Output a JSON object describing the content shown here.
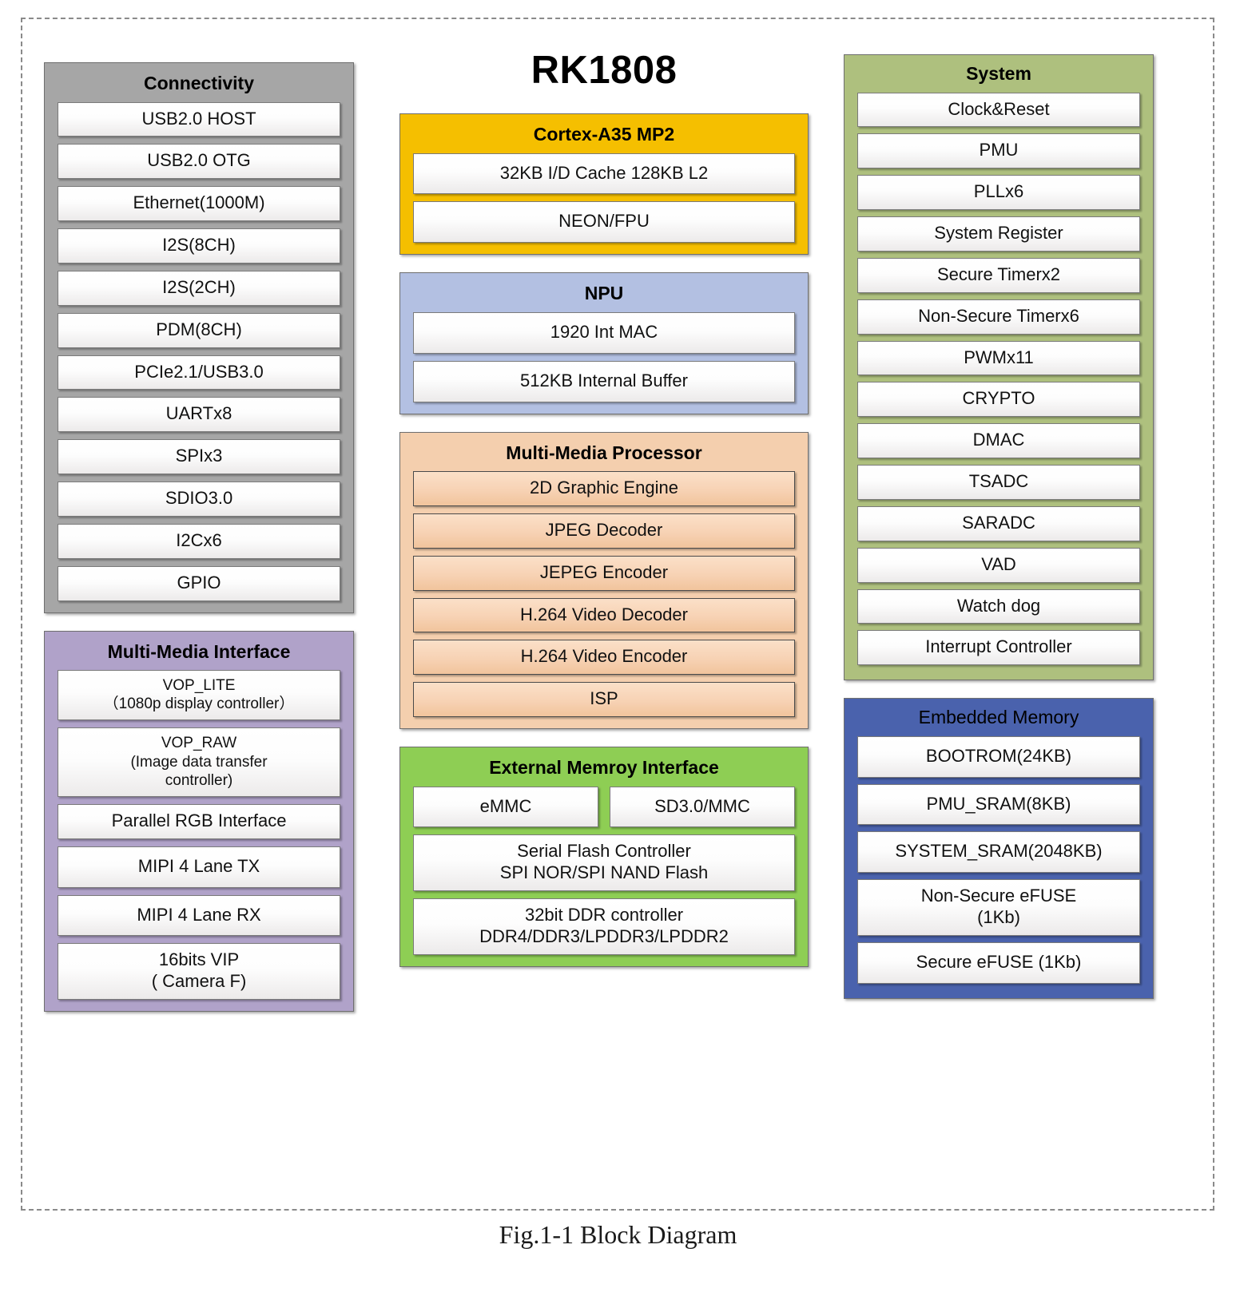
{
  "chip_title": "RK1808",
  "caption": "Fig.1-1 Block Diagram",
  "colors": {
    "connectivity": "#a6a6a6",
    "multimedia_interface": "#b0a2c9",
    "cortex": "#f5bf00",
    "npu": "#b3c0e2",
    "multimedia_processor": "#f4cfae",
    "external_memory": "#8ece54",
    "system": "#aec07e",
    "embedded_memory": "#4a62ad",
    "page_border": "#8a8a8a"
  },
  "panels": {
    "connectivity": {
      "title": "Connectivity",
      "items": [
        "USB2.0 HOST",
        "USB2.0 OTG",
        "Ethernet(1000M)",
        "I2S(8CH)",
        "I2S(2CH)",
        "PDM(8CH)",
        "PCIe2.1/USB3.0",
        "UARTx8",
        "SPIx3",
        "SDIO3.0",
        "I2Cx6",
        "GPIO"
      ]
    },
    "multimedia_interface": {
      "title": "Multi-Media Interface",
      "items": [
        "VOP_LITE\n（1080p display controller）",
        "VOP_RAW\n(Image data transfer\ncontroller)",
        "Parallel RGB Interface",
        "MIPI 4 Lane TX",
        "MIPI 4 Lane RX",
        "16bits VIP\n( Camera F)"
      ]
    },
    "cortex": {
      "title": "Cortex-A35 MP2",
      "items": [
        "32KB I/D Cache 128KB L2",
        "NEON/FPU"
      ]
    },
    "npu": {
      "title": "NPU",
      "items": [
        "1920 Int MAC",
        "512KB Internal Buffer"
      ]
    },
    "multimedia_processor": {
      "title": "Multi-Media Processor",
      "items": [
        "2D Graphic Engine",
        "JPEG Decoder",
        "JEPEG Encoder",
        "H.264 Video Decoder",
        "H.264 Video Encoder",
        "ISP"
      ]
    },
    "external_memory": {
      "title": "External Memroy Interface",
      "row_items": [
        "eMMC",
        "SD3.0/MMC"
      ],
      "items": [
        "Serial Flash Controller\nSPI NOR/SPI NAND Flash",
        "32bit DDR controller\nDDR4/DDR3/LPDDR3/LPDDR2"
      ]
    },
    "system": {
      "title": "System",
      "items": [
        "Clock&Reset",
        "PMU",
        "PLLx6",
        "System Register",
        "Secure Timerx2",
        "Non-Secure Timerx6",
        "PWMx11",
        "CRYPTO",
        "DMAC",
        "TSADC",
        "SARADC",
        "VAD",
        "Watch dog",
        "Interrupt Controller"
      ]
    },
    "embedded_memory": {
      "title": "Embedded Memory",
      "items": [
        "BOOTROM(24KB)",
        "PMU_SRAM(8KB)",
        "SYSTEM_SRAM(2048KB)",
        "Non-Secure eFUSE\n(1Kb)",
        "Secure eFUSE (1Kb)"
      ]
    }
  }
}
